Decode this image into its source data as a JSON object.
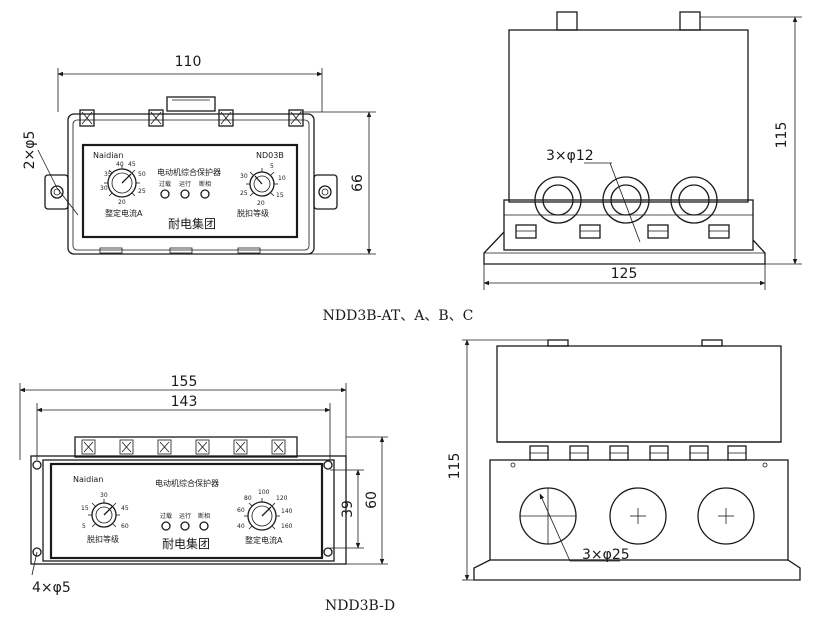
{
  "top_front": {
    "dim_width": "110",
    "dim_height": "66",
    "hole_note": "2×φ5",
    "brand": "Naidian",
    "model": "ND03B",
    "panel_title": "电动机综合保护器",
    "led_labels": [
      "过载",
      "运行",
      "断相"
    ],
    "knob_left_label": "整定电流A",
    "knob_right_label": "脱扣等级",
    "company": "耐电集团",
    "knob_left_ticks": [
      "40",
      "45",
      "50",
      "35",
      "30",
      "25",
      "20"
    ],
    "knob_right_ticks": [
      "5",
      "10",
      "15",
      "20",
      "25",
      "30"
    ]
  },
  "top_side": {
    "dim_width": "125",
    "dim_height": "115",
    "hole_note": "3×φ12"
  },
  "caption_top": "NDD3B-AT、A、B、C",
  "bottom_front": {
    "dim_outer_width": "155",
    "dim_inner_width": "143",
    "dim_height_inner": "39",
    "dim_height_outer": "60",
    "hole_note": "4×φ5",
    "brand": "Naidian",
    "panel_title": "电动机综合保护器",
    "led_labels": [
      "过载",
      "运行",
      "断相"
    ],
    "knob_left_label": "脱扣等级",
    "knob_right_label": "整定电流A",
    "company": "耐电集团",
    "knob_left_ticks": [
      "30",
      "15",
      "45",
      "5",
      "60"
    ],
    "knob_right_ticks": [
      "80",
      "100",
      "120",
      "60",
      "140",
      "40",
      "160"
    ]
  },
  "bottom_side": {
    "dim_height": "115",
    "hole_note": "3×φ25"
  },
  "caption_bottom": "NDD3B-D"
}
